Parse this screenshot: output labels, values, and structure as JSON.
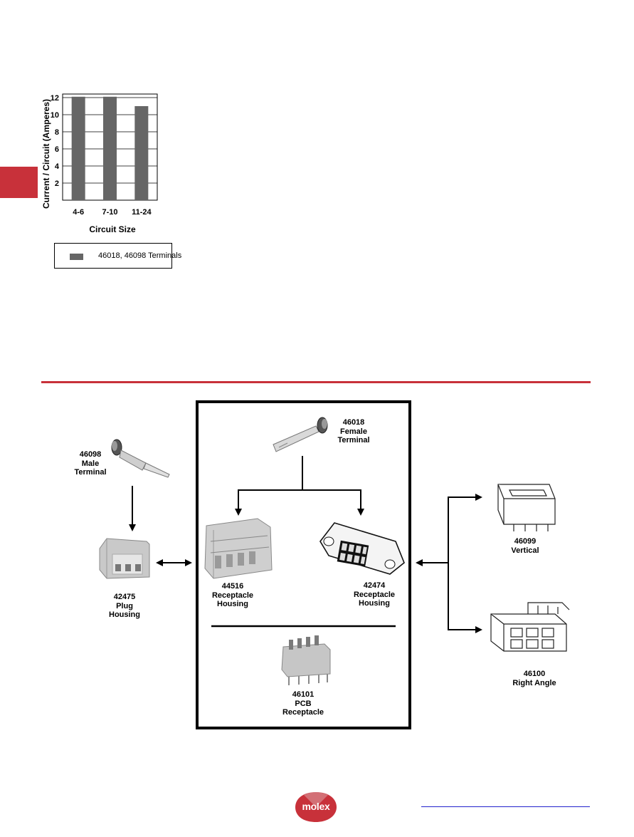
{
  "chart_data": {
    "type": "bar",
    "categories": [
      "4-6",
      "7-10",
      "11-24"
    ],
    "series": [
      {
        "name": "46018, 46098 Terminals",
        "values": [
          12.1,
          12.1,
          11.0
        ]
      }
    ],
    "yticks": [
      2,
      4,
      6,
      8,
      10,
      12
    ],
    "ylim": [
      0,
      12
    ],
    "xlabel": "Circuit Size",
    "ylabel": "Current / Circuit (Amperes)",
    "grid": true,
    "bar_color": "#666666"
  },
  "legend": {
    "label": "46018, 46098 Terminals"
  },
  "parts": {
    "female_terminal": {
      "number": "46018",
      "line1": "Female",
      "line2": "Terminal"
    },
    "male_terminal": {
      "number": "46098",
      "line1": "Male",
      "line2": "Terminal"
    },
    "plug_housing": {
      "number": "42475",
      "line1": "Plug",
      "line2": "Housing"
    },
    "receptacle_44516": {
      "number": "44516",
      "line1": "Receptacle",
      "line2": "Housing"
    },
    "receptacle_42474": {
      "number": "42474",
      "line1": "Receptacle",
      "line2": "Housing"
    },
    "pcb_receptacle": {
      "number": "46101",
      "line1": "PCB",
      "line2": "Receptacle"
    },
    "vertical_header": {
      "number": "46099",
      "line1": "Vertical"
    },
    "right_angle_header": {
      "number": "46100",
      "line1": "Right Angle"
    }
  },
  "brand": {
    "logo_text": "molex",
    "accent_color": "#c8313a"
  }
}
